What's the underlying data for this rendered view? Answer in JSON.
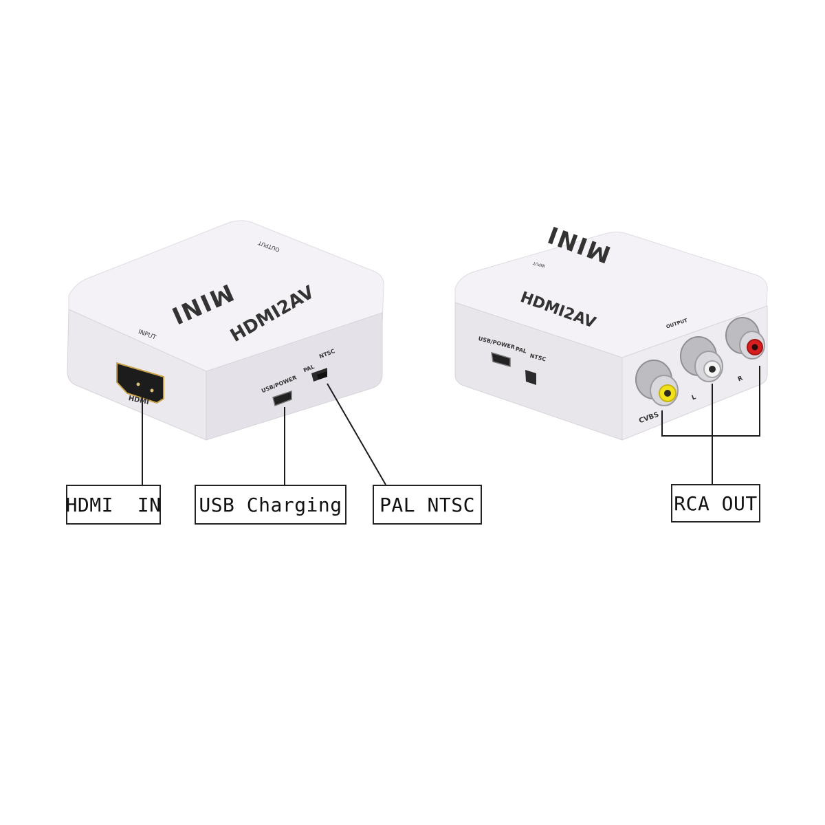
{
  "devices": {
    "left": {
      "brand": "MINI",
      "model": "HDMI2AV",
      "port_labels": {
        "input": "INPUT",
        "output": "OUTPUT",
        "hdmi": "HDMI",
        "usb_power": "USB/POWER",
        "pal": "PAL",
        "ntsc": "NTSC"
      }
    },
    "right": {
      "brand": "MINI",
      "model": "HDMI2AV",
      "port_labels": {
        "input": "INPUT",
        "output": "OUTPUT",
        "usb_power": "USB/POWER",
        "pal": "PAL",
        "ntsc": "NTSC",
        "cvbs": "CVBS",
        "left": "L",
        "right": "R"
      },
      "jack_colors": {
        "cvbs": "#f2e21a",
        "left": "#f4f4f4",
        "right": "#d81e1e"
      }
    }
  },
  "callouts": [
    {
      "id": "hdmi-in",
      "label": "HDMI  IN"
    },
    {
      "id": "usb-charging",
      "label": "USB Charging"
    },
    {
      "id": "pal-ntsc",
      "label": "PAL NTSC"
    },
    {
      "id": "rca-out",
      "label": "RCA OUT"
    }
  ],
  "colors": {
    "device_body": "#f1eff3",
    "device_shade": "#e3e0e6",
    "line": "#1a1a1a"
  }
}
